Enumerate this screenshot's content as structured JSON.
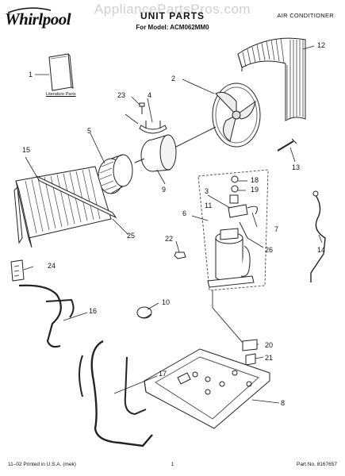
{
  "brand": "Whirlpool",
  "watermark": "AppliancePartsPros.com",
  "title": "UNIT PARTS",
  "model": "For Model: ACM062MM0",
  "category": "AIR CONDITIONER",
  "literature_label": "Literature Parts",
  "callouts": {
    "c1": "1",
    "c2": "2",
    "c3": "3",
    "c4": "4",
    "c5": "5",
    "c6": "6",
    "c7": "7",
    "c8": "8",
    "c9": "9",
    "c10": "10",
    "c11": "11",
    "c12": "12",
    "c13": "13",
    "c14": "14",
    "c15": "15",
    "c16": "16",
    "c17": "17",
    "c18": "18",
    "c19": "19",
    "c20": "20",
    "c21": "21",
    "c22": "22",
    "c23": "23",
    "c24": "24",
    "c25": "25",
    "c26": "26"
  },
  "footer": {
    "printed": "11–02 Printed in U.S.A. (mek)",
    "page": "1",
    "part_no": "Part No. 8167657"
  }
}
